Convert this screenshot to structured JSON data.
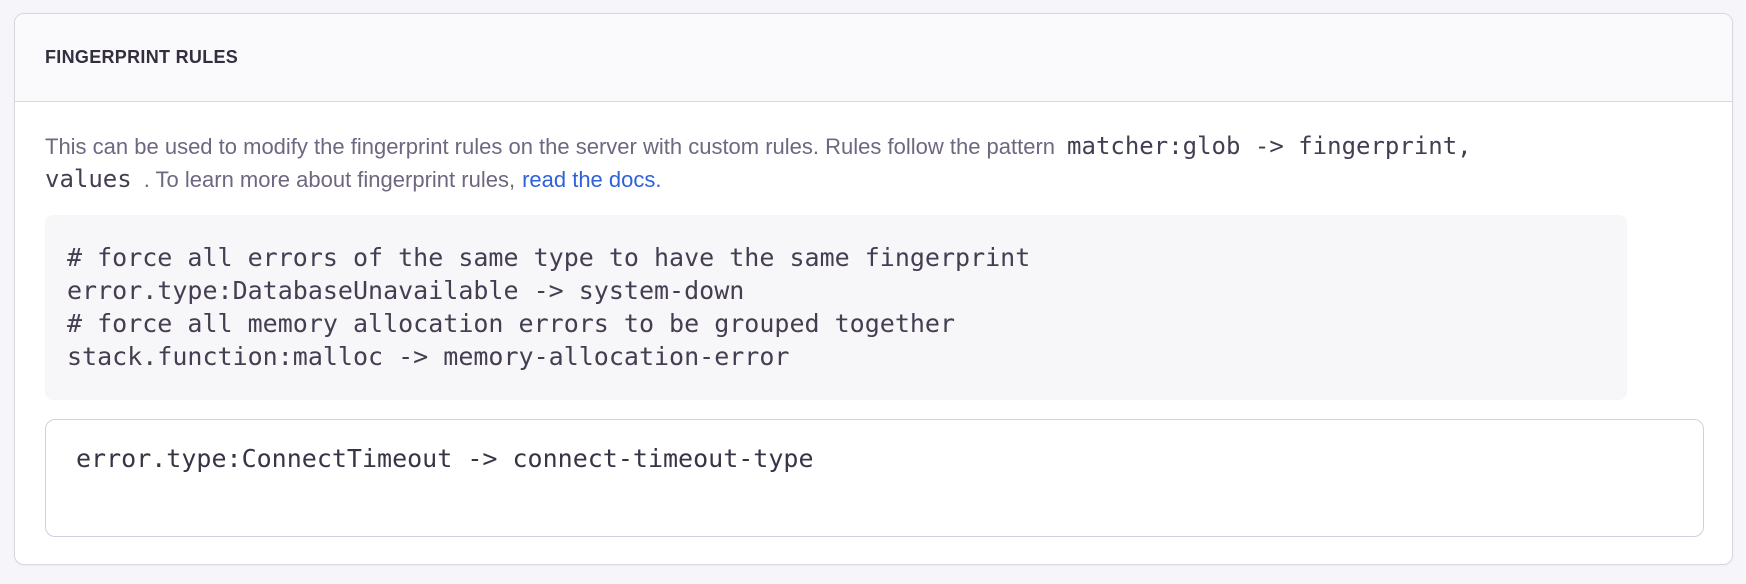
{
  "panel": {
    "title": "FINGERPRINT RULES",
    "description": {
      "text_1": "This can be used to modify the fingerprint rules on the server with custom rules. Rules follow the pattern",
      "code_part_1": "matcher:glob -> fingerprint,",
      "code_part_2": "values",
      "text_2": ". To learn more about fingerprint rules,",
      "link_label": "read the docs."
    },
    "example_code": "# force all errors of the same type to have the same fingerprint\nerror.type:DatabaseUnavailable -> system-down\n# force all memory allocation errors to be grouped together\nstack.function:malloc -> memory-allocation-error",
    "input_value": "error.type:ConnectTimeout -> connect-timeout-type",
    "colors": {
      "link_blue": "#2f62d8",
      "page_background": "#f6f5f9",
      "panel_border": "#dad6e1",
      "code_block_background": "#f7f6f8"
    }
  }
}
